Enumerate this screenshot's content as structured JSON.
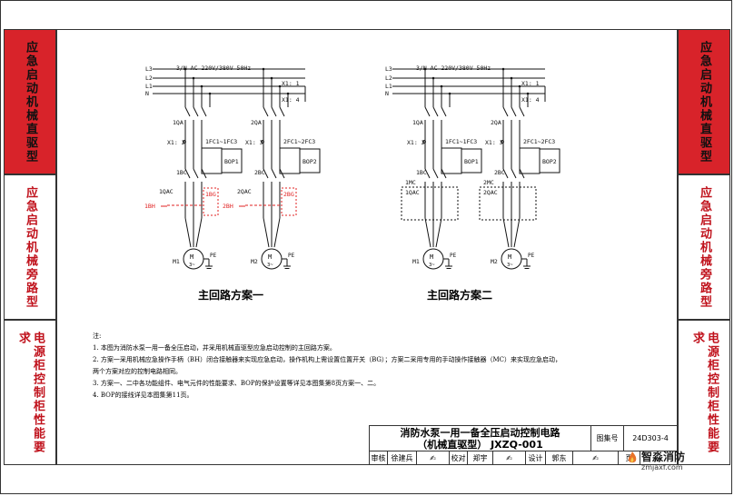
{
  "side_tabs": [
    {
      "label": "应急启动机械直驱型",
      "active": true
    },
    {
      "label": "应急启动机械旁路型",
      "active": false
    },
    {
      "label": "电源柜控制柜性能要求",
      "active": false
    }
  ],
  "colors": {
    "tab_active": "#d8232a",
    "tab_text_inactive": "#c0121c",
    "annotation_red": "#e02020"
  },
  "scheme1": {
    "title": "主回路方案一",
    "supply": "3/N AC 220V/380V 50Hz",
    "buses": [
      "L3",
      "L2",
      "L1",
      "N"
    ],
    "terminals": [
      "X1: 1",
      "X1: 4"
    ],
    "motor1": {
      "breaker": "1QA",
      "terminal": "X1: 2",
      "sensor": "1FC1~1FC3",
      "protector": "BOP1",
      "contactor": "1BC",
      "emergency": "1QAC",
      "switch": "1BG",
      "handle": "1BH",
      "motor": "M1",
      "motor_symbol": "M",
      "motor_phase": "3~",
      "ground": "PE"
    },
    "motor2": {
      "breaker": "2QA",
      "terminal": "X1: 3",
      "sensor": "2FC1~2FC3",
      "protector": "BOP2",
      "contactor": "2BC",
      "emergency": "2QAC",
      "switch": "2BG",
      "handle": "2BH",
      "motor": "M2",
      "motor_symbol": "M",
      "motor_phase": "3~",
      "ground": "PE"
    }
  },
  "scheme2": {
    "title": "主回路方案二",
    "supply": "3/N AC 220V/380V 50Hz",
    "buses": [
      "L3",
      "L2",
      "L1",
      "N"
    ],
    "terminals": [
      "X1: 1",
      "X1: 4"
    ],
    "motor1": {
      "breaker": "1QA",
      "terminal": "X1: 2",
      "sensor": "1FC1~1FC3",
      "protector": "BOP1",
      "contactor": "1BC",
      "manual": "1MC",
      "emergency": "1QAC",
      "motor": "M1",
      "motor_symbol": "M",
      "motor_phase": "3~",
      "ground": "PE"
    },
    "motor2": {
      "breaker": "2QA",
      "terminal": "X1: 3",
      "sensor": "2FC1~2FC3",
      "protector": "BOP2",
      "contactor": "2BC",
      "manual": "2MC",
      "emergency": "2QAC",
      "motor": "M2",
      "motor_symbol": "M",
      "motor_phase": "3~",
      "ground": "PE"
    }
  },
  "notes": {
    "heading": "注:",
    "lines": [
      "1. 本图为消防水泵一用一备全压启动，并采用机械直驱型应急启动控制的主回路方案。",
      "2. 方案一采用机械应急操作手柄（BH）闭合接触器来实现应急启动，操作机构上需设置位置开关（BG）；方案二采用专用的手动操作接触器（MC）来实现应急启动，",
      "   两个方案对应的控制电路相同。",
      "3. 方案一、二中各功能组件、电气元件的性能要求、BOP的保护设置等详见本图集第8页方案一、二。",
      "4. BOP的接线详见本图集第11页。"
    ]
  },
  "title_block": {
    "title_line1": "消防水泵一用一备全压启动控制电路",
    "title_line2": "（机械直驱型） JXZQ-001",
    "atlas_label": "图集号",
    "atlas_no": "24D303-4",
    "review_label": "审核",
    "reviewer": "徐建兵",
    "check_label": "校对",
    "checker": "郑宇",
    "design_label": "设计",
    "designer": "郭东",
    "page_label": "页"
  },
  "watermark": {
    "brand": "智淼消防",
    "url": "zmjaxf.com"
  }
}
